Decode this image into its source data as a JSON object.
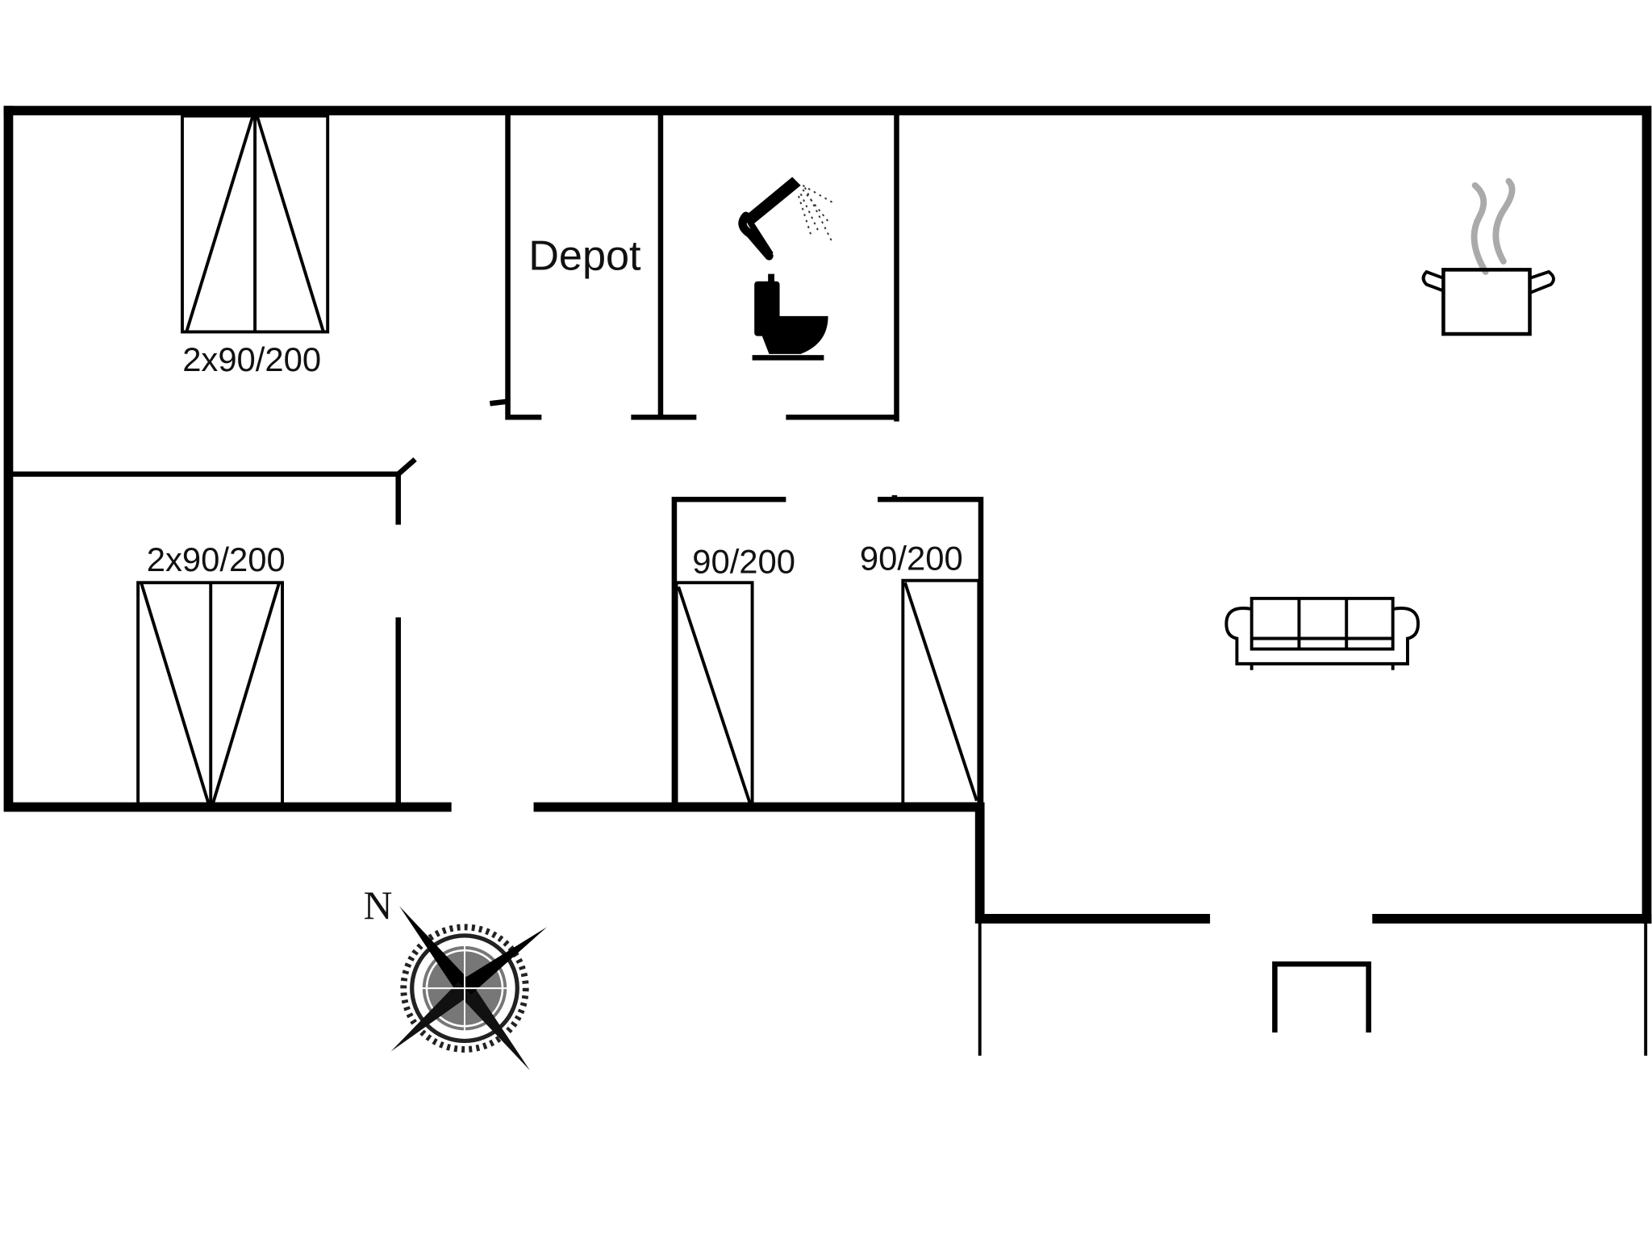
{
  "plan": {
    "rooms": [
      {
        "id": "bedroom-1",
        "bed_label": "2x90/200"
      },
      {
        "id": "bedroom-2",
        "bed_label": "2x90/200"
      },
      {
        "id": "bedroom-3",
        "bed_label": "90/200"
      },
      {
        "id": "bedroom-4",
        "bed_label": "90/200"
      },
      {
        "id": "depot",
        "label": "Depot"
      },
      {
        "id": "bathroom",
        "icons": [
          "shower-icon",
          "toilet-icon"
        ]
      },
      {
        "id": "living-kitchen",
        "icons": [
          "cooking-pot-icon",
          "sofa-icon"
        ]
      }
    ],
    "compass": {
      "north_label": "N"
    },
    "colors": {
      "wall": "#000000",
      "steam": "#aaaaaa",
      "background": "#ffffff"
    }
  }
}
